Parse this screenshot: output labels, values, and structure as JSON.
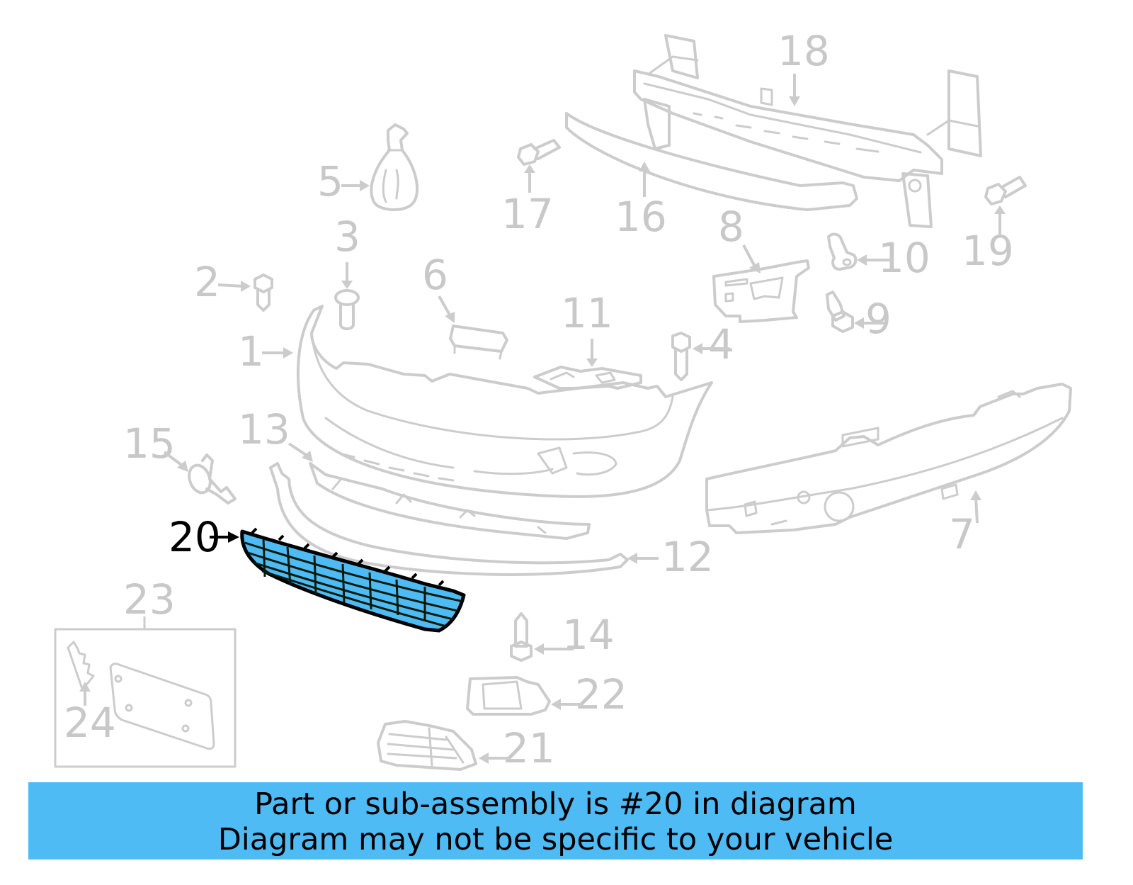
{
  "diagram": {
    "highlighted_part": "20",
    "highlight_color": "#4fbbf5",
    "line_color": "#cccccc",
    "callouts": [
      {
        "id": "1",
        "label": "1"
      },
      {
        "id": "2",
        "label": "2"
      },
      {
        "id": "3",
        "label": "3"
      },
      {
        "id": "4",
        "label": "4"
      },
      {
        "id": "5",
        "label": "5"
      },
      {
        "id": "6",
        "label": "6"
      },
      {
        "id": "7",
        "label": "7"
      },
      {
        "id": "8",
        "label": "8"
      },
      {
        "id": "9",
        "label": "9"
      },
      {
        "id": "10",
        "label": "10"
      },
      {
        "id": "11",
        "label": "11"
      },
      {
        "id": "12",
        "label": "12"
      },
      {
        "id": "13",
        "label": "13"
      },
      {
        "id": "14",
        "label": "14"
      },
      {
        "id": "15",
        "label": "15"
      },
      {
        "id": "16",
        "label": "16"
      },
      {
        "id": "17",
        "label": "17"
      },
      {
        "id": "18",
        "label": "18"
      },
      {
        "id": "19",
        "label": "19"
      },
      {
        "id": "20",
        "label": "20"
      },
      {
        "id": "21",
        "label": "21"
      },
      {
        "id": "22",
        "label": "22"
      },
      {
        "id": "23",
        "label": "23"
      },
      {
        "id": "24",
        "label": "24"
      }
    ]
  },
  "banner": {
    "line1": "Part or sub-assembly is #20 in diagram",
    "line2": "Diagram may not be specific to your vehicle",
    "background": "#4fbbf5"
  }
}
